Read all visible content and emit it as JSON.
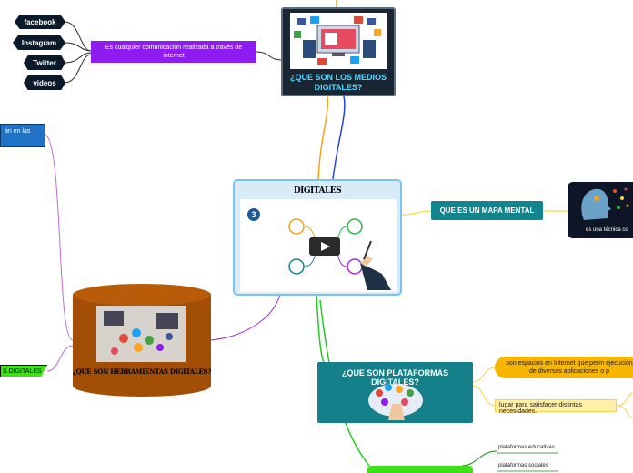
{
  "social_items": [
    "facebook",
    "Instagram",
    "Twitter",
    "videos"
  ],
  "medios": {
    "description": "Es cualquier comunicación realizada a través de internet",
    "title": "¿QUE SON LOS MEDIOS DIGITALES?"
  },
  "central": {
    "title": "DIGITALES",
    "step_number": "3"
  },
  "mapa_mental": {
    "label": "QUE ES UN MAPA MENTAL",
    "note": "es una técnica co"
  },
  "plataformas": {
    "title": "¿QUE SON PLATAFORMAS DIGITALES?",
    "note_1": "son espacios en Internet que perm ejecución de diversas aplicaciones o p",
    "note_2": "lugar para satisfacer distintas necesidades.",
    "list": [
      "plataformas educativas",
      "plataformas sociales"
    ]
  },
  "herramientas": {
    "title": "¿QUE SON HERRAMIENTAS DIGITALES?",
    "side_note": "án en las",
    "green_tag": "S DIGITALES"
  },
  "colors": {
    "purple": "#8e1cf0",
    "teal": "#12848e",
    "dark_topic": "#1a2733",
    "cyan_text": "#56d8ff",
    "cylinder": "#a24e06",
    "green": "#3fe018",
    "yellow": "#f7b500"
  }
}
